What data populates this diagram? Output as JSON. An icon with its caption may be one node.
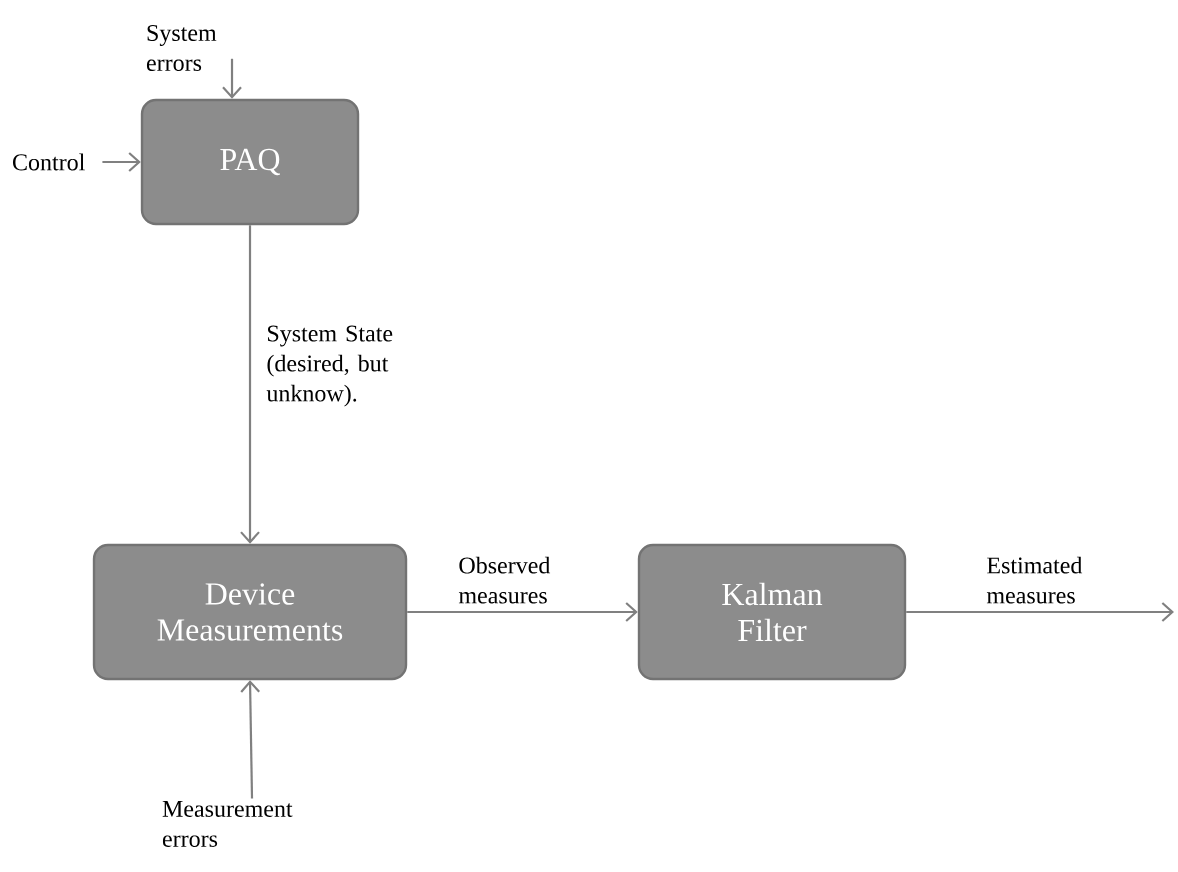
{
  "diagram": {
    "nodes": [
      {
        "text": [
          "PAQ"
        ]
      },
      {
        "text": [
          "Device Measurements"
        ]
      },
      {
        "text": [
          "Kalman Filter"
        ]
      },
      {
        "text": [
          "System errors"
        ]
      },
      {
        "text": [
          "Control"
        ]
      },
      {
        "text": [
          "Measurement errors"
        ]
      }
    ],
    "edges": [
      {
        "from": 3,
        "to": 0,
        "arrow": "to"
      },
      {
        "from": 4,
        "to": 0,
        "arrow": "to"
      },
      {
        "from": 0,
        "to": 1,
        "arrow": "to",
        "label": "System State (desired, but unknow)."
      },
      {
        "from": 1,
        "to": 2,
        "arrow": "to",
        "label": "Observed measures"
      },
      {
        "from": 2,
        "to": null,
        "arrow": "to",
        "label": "Estimated measures"
      },
      {
        "from": 5,
        "to": 1,
        "arrow": "to"
      }
    ]
  }
}
